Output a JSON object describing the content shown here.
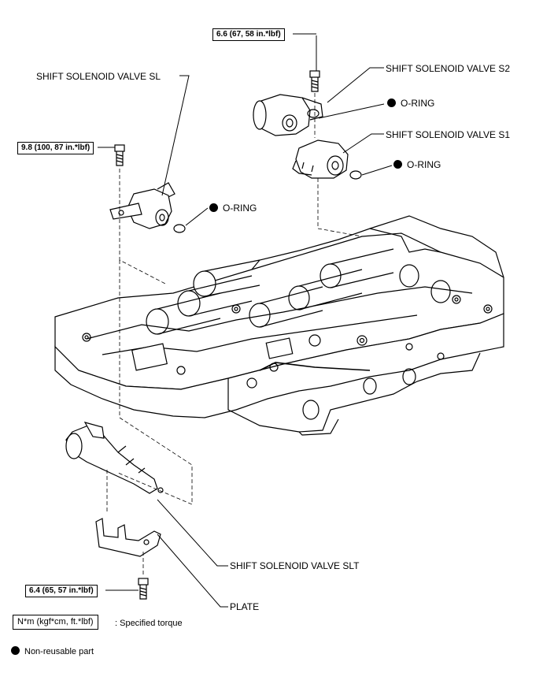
{
  "labels": {
    "solenoid_sl": "SHIFT SOLENOID VALVE SL",
    "solenoid_s2": "SHIFT SOLENOID VALVE S2",
    "solenoid_s1": "SHIFT SOLENOID VALVE S1",
    "solenoid_slt": "SHIFT SOLENOID VALVE SLT",
    "plate": "PLATE",
    "oring": "O-RING"
  },
  "torques": {
    "s2_bolt": "6.6 (67, 58 in.*lbf)",
    "sl_bolt": "9.8 (100, 87 in.*lbf)",
    "slt_bolt": "6.4 (65, 57 in.*lbf)"
  },
  "legend": {
    "torque_unit": "N*m (kgf*cm, ft.*lbf)",
    "torque_desc": ": Specified torque",
    "non_reusable": "Non-reusable part"
  }
}
